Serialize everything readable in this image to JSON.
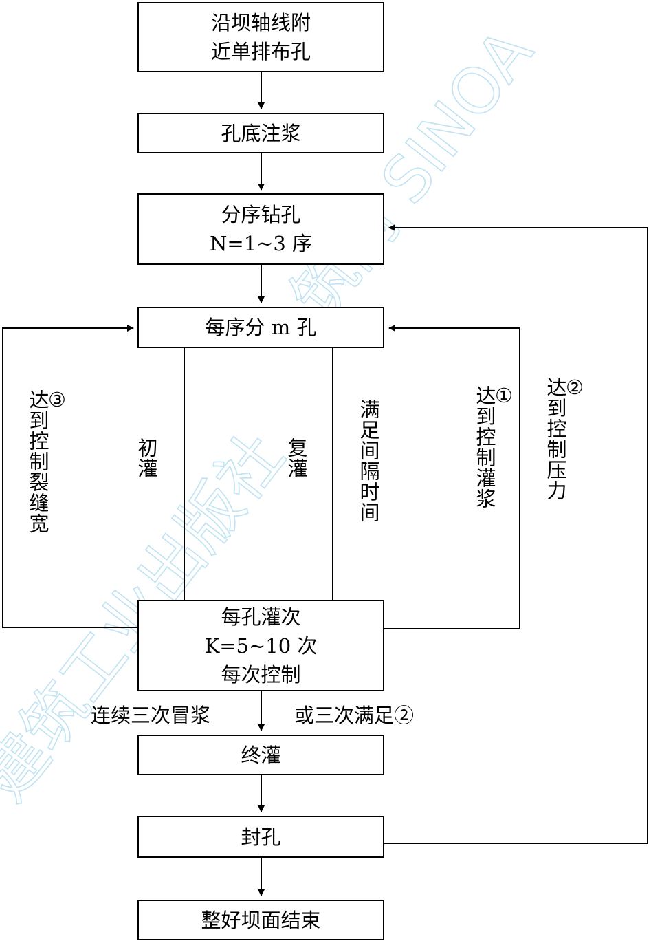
{
  "watermark": {
    "left": "建筑工业出版社",
    "right": "筑网 SINOA"
  },
  "boxes": {
    "b1": [
      "沿坝轴线附",
      "近单排布孔"
    ],
    "b2": [
      "孔底注浆"
    ],
    "b3": [
      "分序钻孔",
      "N=1~3 序"
    ],
    "b4": [
      "每序分 m 孔"
    ],
    "b5": [
      "每孔灌次",
      "K=5~10 次",
      "每次控制"
    ],
    "b6": [
      "终灌"
    ],
    "b7": [
      "封孔"
    ],
    "b8": [
      "整好坝面结束"
    ]
  },
  "side_labels": {
    "crack": {
      "mark": "③",
      "text": "达到控制裂缝宽"
    },
    "first": "初灌",
    "repeat": "复灌",
    "interval": "满足间隔时间",
    "grout": {
      "mark": "①",
      "text": "达到控制灌浆"
    },
    "pressure": {
      "mark": "②",
      "text": "达到控制压力"
    }
  },
  "bottom_labels": {
    "left": "连续三次冒浆",
    "right": "或三次满足②"
  }
}
